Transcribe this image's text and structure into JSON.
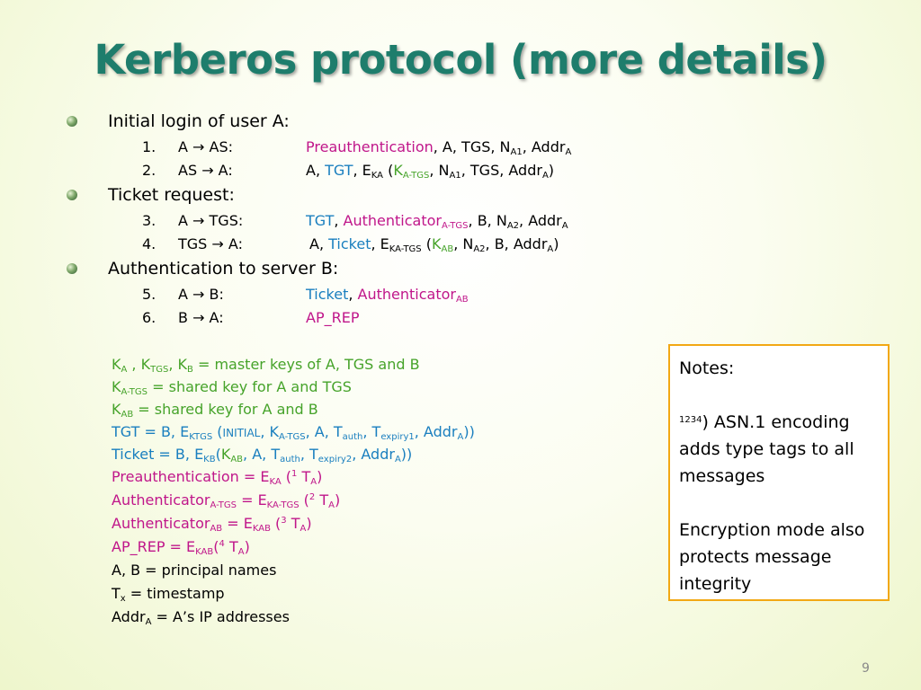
{
  "title": "Kerberos protocol (more details)",
  "sections": [
    {
      "heading": "Initial login of user A:"
    },
    {
      "heading": "Ticket request:"
    },
    {
      "heading": "Authentication to server B:"
    }
  ],
  "steps": [
    {
      "num": "1.",
      "flow": "A → AS:"
    },
    {
      "num": "2.",
      "flow": "AS → A:"
    },
    {
      "num": "3.",
      "flow": "A → TGS:"
    },
    {
      "num": "4.",
      "flow": "TGS → A:"
    },
    {
      "num": "5.",
      "flow": "A → B:"
    },
    {
      "num": "6.",
      "flow": "B → A:"
    }
  ],
  "messages": {
    "s1": {
      "t1": "Preauthentication",
      "t2": ", A, TGS, N",
      "t3": "A1",
      "t4": ", Addr",
      "t5": "A"
    },
    "s2": {
      "t1": "A, ",
      "t2": "TGT",
      "t3": ", E",
      "t4": "KA",
      "t5": " (",
      "t6": "K",
      "t7": "A-TGS",
      "t8": ", N",
      "t9": "A1",
      "t10": ", TGS, Addr",
      "t11": "A",
      "t12": ")"
    },
    "s3": {
      "t1": "TGT",
      "t2": ", ",
      "t3": "Authenticator",
      "t4": "A-TGS",
      "t5": ", B, N",
      "t6": "A2",
      "t7": ", Addr",
      "t8": "A"
    },
    "s4": {
      "t1": "A, ",
      "t2": "Ticket",
      "t3": ", E",
      "t4": "KA-TGS",
      "t5": " (",
      "t6": "K",
      "t7": "AB",
      "t8": ", N",
      "t9": "A2",
      "t10": ", B, Addr",
      "t11": "A",
      "t12": ")"
    },
    "s5": {
      "t1": "Ticket",
      "t2": ", ",
      "t3": "Authenticator",
      "t4": "AB"
    },
    "s6": {
      "t1": "AP_REP"
    }
  },
  "legend": {
    "l1": {
      "t1": "K",
      "t2": "A",
      "t3": " , K",
      "t4": "TGS",
      "t5": ", K",
      "t6": "B",
      "t7": " = master keys of A, TGS and B"
    },
    "l2": {
      "t1": "K",
      "t2": "A-TGS",
      "t3": " = shared key for A and TGS"
    },
    "l3": {
      "t1": "K",
      "t2": "AB",
      "t3": " = shared key for A and B"
    },
    "l4": {
      "t1": "TGT = B, E",
      "t2": "KTGS",
      "t3": " (",
      "t4": "INITIAL",
      "t5": ", K",
      "t6": "A-TGS",
      "t7": ", A, T",
      "t8": "auth",
      "t9": ", T",
      "t10": "expiry1",
      "t11": ", Addr",
      "t12": "A",
      "t13": "))"
    },
    "l5": {
      "t1": "Ticket = B, E",
      "t2": "KB",
      "t3": "(",
      "t4": "K",
      "t5": "AB",
      "t6": ", A, T",
      "t7": "auth",
      "t8": ", T",
      "t9": "expiry2",
      "t10": ", Addr",
      "t11": "A",
      "t12": "))"
    },
    "l6": {
      "t1": "Preauthentication = E",
      "t2": "KA",
      "t3": " (",
      "t4": "1",
      "t5": " T",
      "t6": "A",
      "t7": ")"
    },
    "l7": {
      "t1": "Authenticator",
      "t2": "A-TGS",
      "t3": " = E",
      "t4": "KA-TGS",
      "t5": " (",
      "t6": "2",
      "t7": " T",
      "t8": "A",
      "t9": ")"
    },
    "l8": {
      "t1": "Authenticator",
      "t2": "AB",
      "t3": " = E",
      "t4": "KAB",
      "t5": " (",
      "t6": "3",
      "t7": " T",
      "t8": "A",
      "t9": ")"
    },
    "l9": {
      "t1": "AP_REP = E",
      "t2": "KAB",
      "t3": "(",
      "t4": "4",
      "t5": " T",
      "t6": "A",
      "t7": ")"
    },
    "l10": {
      "t1": "A, B = principal names"
    },
    "l11": {
      "t1": "T",
      "t2": "x",
      "t3": " = timestamp"
    },
    "l12": {
      "t1": "Addr",
      "t2": "A",
      "t3": " = A’s IP addresses"
    }
  },
  "notes": {
    "heading": "Notes:",
    "sup": "1234",
    "p1": ") ASN.1 encoding adds type tags to all messages",
    "p2": "Encryption mode also protects message integrity"
  },
  "page_number": "9",
  "colors": {
    "title": "#1e7d6c",
    "green": "#46a32a",
    "magenta": "#c0168a",
    "blue": "#1a7fbf",
    "notes_border": "#f2a814"
  }
}
